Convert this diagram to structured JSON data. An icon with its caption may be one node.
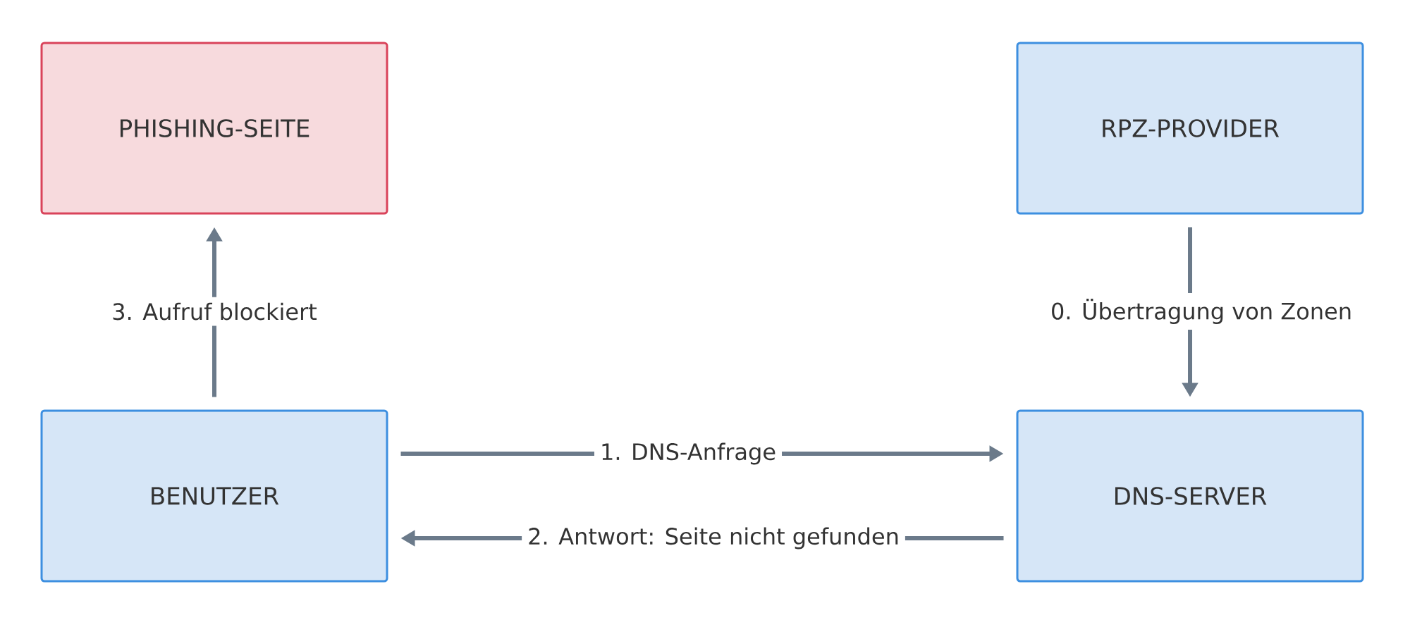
{
  "diagram": {
    "nodes": [
      {
        "text": [
          "PHISHING-SEITE"
        ]
      },
      {
        "text": [
          "RPZ-PROVIDER"
        ]
      },
      {
        "text": [
          "BENUTZER"
        ]
      },
      {
        "text": [
          "DNS-SERVER"
        ]
      }
    ],
    "edges": [
      {
        "from": 1,
        "to": 3,
        "arrow": "to",
        "label": "0. Übertragung von Zonen"
      },
      {
        "from": 2,
        "to": 3,
        "arrow": "to",
        "label": "1. DNS-Anfrage"
      },
      {
        "from": 3,
        "to": 2,
        "arrow": "to",
        "label": "2. Antwort: Seite nicht gefunden"
      },
      {
        "from": 2,
        "to": 0,
        "arrow": "to",
        "label": "3. Aufruf blockiert",
        "color": "#6b7a8a"
      }
    ]
  }
}
